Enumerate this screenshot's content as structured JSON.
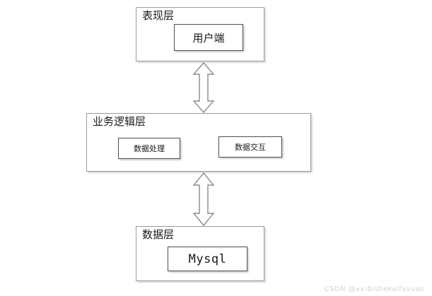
{
  "diagram": {
    "type": "layered-architecture",
    "background_color": "#ffffff",
    "layers": [
      {
        "id": "presentation",
        "title": "表现层",
        "modules": [
          {
            "id": "client",
            "label": "用户端"
          }
        ]
      },
      {
        "id": "business",
        "title": "业务逻辑层",
        "modules": [
          {
            "id": "data-process",
            "label": "数据处理"
          },
          {
            "id": "data-exchange",
            "label": "数据交互"
          }
        ]
      },
      {
        "id": "data",
        "title": "数据层",
        "modules": [
          {
            "id": "mysql",
            "label": "Mysql"
          }
        ]
      }
    ],
    "connectors": [
      {
        "id": "presentation-business",
        "style": "double-headed-vertical-arrow"
      },
      {
        "id": "business-data",
        "style": "double-headed-vertical-arrow"
      }
    ],
    "colors": {
      "layer_border": "#9a9a9a",
      "module_border": "#4d4d4d",
      "arrow_fill": "#ffffff",
      "arrow_stroke": "#8c8c8c",
      "text": "#1a1a1a",
      "watermark": "#d3d3d3"
    }
  },
  "watermark": {
    "text": "CSDN @vx-bishekaifayuan"
  }
}
